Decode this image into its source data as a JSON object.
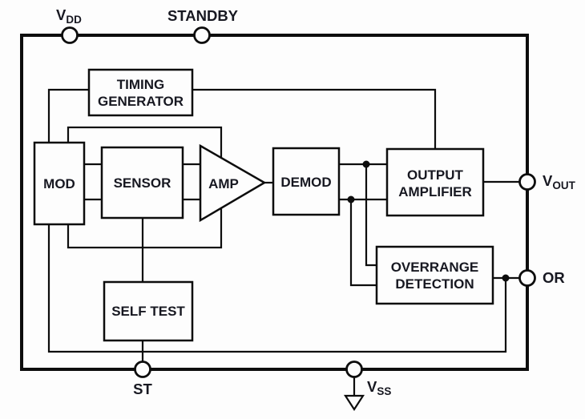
{
  "diagram": {
    "pins": {
      "vdd": {
        "name": "V",
        "sub": "DD"
      },
      "standby": {
        "name": "STANDBY"
      },
      "vout": {
        "name": "V",
        "sub": "OUT"
      },
      "or": {
        "name": "OR"
      },
      "st": {
        "name": "ST"
      },
      "vss": {
        "name": "V",
        "sub": "SS"
      }
    },
    "blocks": {
      "timing_generator": {
        "line1": "TIMING",
        "line2": "GENERATOR"
      },
      "mod": {
        "label": "MOD"
      },
      "sensor": {
        "label": "SENSOR"
      },
      "amp": {
        "label": "AMP"
      },
      "demod": {
        "label": "DEMOD"
      },
      "output_amplifier": {
        "line1": "OUTPUT",
        "line2": "AMPLIFIER"
      },
      "overrange_detection": {
        "line1": "OVERRANGE",
        "line2": "DETECTION"
      },
      "self_test": {
        "label": "SELF TEST"
      }
    },
    "colors": {
      "line": "#0d0d0d",
      "text": "#171821",
      "background": "#fdfdfd"
    }
  }
}
